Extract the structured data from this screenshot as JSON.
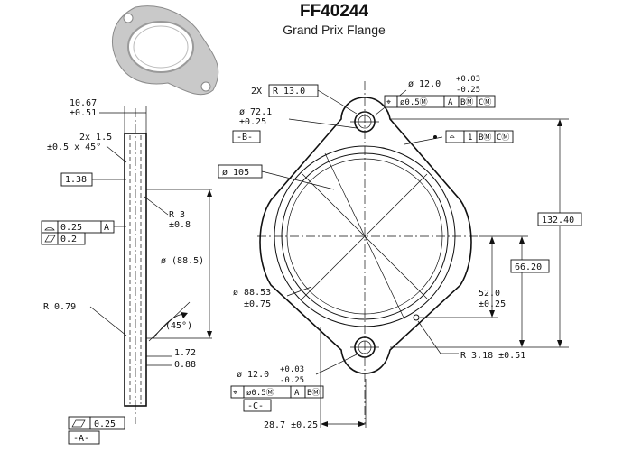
{
  "header": {
    "part_number": "FF40244",
    "part_name": "Grand Prix Flange"
  },
  "side_view": {
    "thickness": [
      "10.67",
      "±0.51"
    ],
    "chamfer": [
      "2x 1.5",
      "±0.5 x 45°"
    ],
    "dim_138": "1.38",
    "fcf_profile": "0.25",
    "fcf_profile_datum": "A",
    "fcf_flat": "0.2",
    "radius_3": [
      "R 3",
      "±0.8"
    ],
    "bore_ref": "ø (88.5)",
    "radius_079": "R 0.79",
    "angle_ref": "(45°)",
    "dim_172": [
      "1.72",
      "0.88"
    ],
    "fcf_bottom": "0.25",
    "datum_a": "-A-"
  },
  "front_view": {
    "slot_radius": "R 13.0",
    "slot_radius_prefix": "2X",
    "hole_diameter": [
      "ø 12.0",
      "+0.03",
      "-0.25"
    ],
    "hole_fcf_top": [
      "⌖",
      "ø0.5Ⓜ",
      "A",
      "BⓂ",
      "CⓂ"
    ],
    "bolt_circle": [
      "ø 72.1",
      "±0.25"
    ],
    "datum_b": "-B-",
    "profile_fcf": [
      "⌓",
      "1",
      "BⓂ",
      "CⓂ"
    ],
    "outer_diameter": "ø 105",
    "inner_diameter": [
      "ø 88.53",
      "±0.75"
    ],
    "overall_height": "132.40",
    "half_height": "66.20",
    "offset": [
      "52.0",
      "±0.25"
    ],
    "notch_radius": "R 3.18 ±0.51",
    "hole_fcf_bottom": [
      "⌖",
      "ø0.5Ⓜ",
      "A",
      "BⓂ"
    ],
    "datum_c": "-C-",
    "horizontal_offset": "28.7 ±0.25"
  }
}
